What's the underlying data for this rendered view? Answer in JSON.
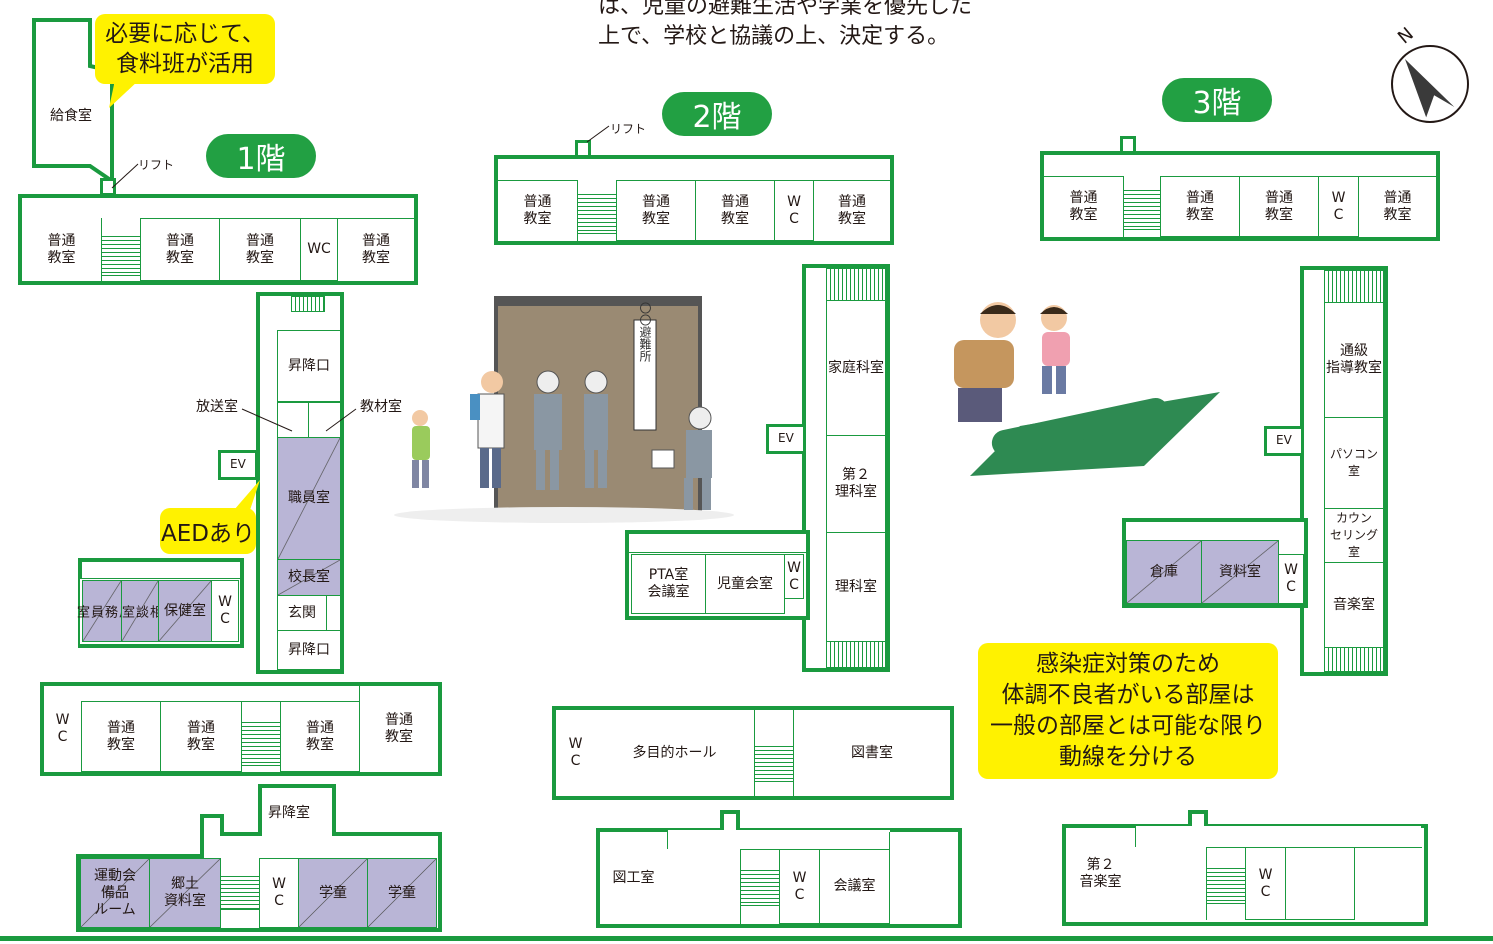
{
  "header_note": "は、児童の避難生活や学業を優先した\n上で、学校と協議の上、決定する。",
  "floor_labels": {
    "f1": "1階",
    "f2": "2階",
    "f3": "3階"
  },
  "callouts": {
    "food": "必要に応じて、\n食料班が活用",
    "aed": "AEDあり",
    "infection": "感染症対策のため\n体調不良者がいる部屋は\n一般の部屋とは可能な限り\n動線を分ける"
  },
  "compass_letter": "N",
  "common": {
    "lift": "リフト",
    "ev": "EV",
    "classroom": "普通\n教室",
    "wc": "WC",
    "wc_v": "W\nC",
    "stair_exit": "昇降口"
  },
  "floor1": {
    "kyushoku": "給食室",
    "housou": "放送室",
    "kyozai": "教材室",
    "shokuin": "職員室",
    "kocho": "校長室",
    "genkan": "玄関",
    "yomu": "用\n務\n員\n室",
    "sodan": "相\n談\n室",
    "hoken": "保健室",
    "shokoshitsu": "昇降室",
    "undokai": "運動会\n備品\nルーム",
    "kyodo": "郷土\n資料室",
    "gakudo": "学童"
  },
  "floor2": {
    "katei": "家庭科室",
    "rika2": "第２\n理科室",
    "rika": "理科室",
    "pta": "PTA室\n会議室",
    "jidokai": "児童会室",
    "hall": "多目的ホール",
    "tosho": "図書室",
    "zuko": "図工室",
    "kaigi": "会議室",
    "sign": "〇〇避難所"
  },
  "floor3": {
    "tsukyu": "通級\n指導教室",
    "pasokon": "パソコン室",
    "counsel": "カウン\nセリング室",
    "ongaku": "音楽室",
    "souko": "倉庫",
    "shiryo": "資料室",
    "ongaku2": "第２\n音楽室"
  }
}
